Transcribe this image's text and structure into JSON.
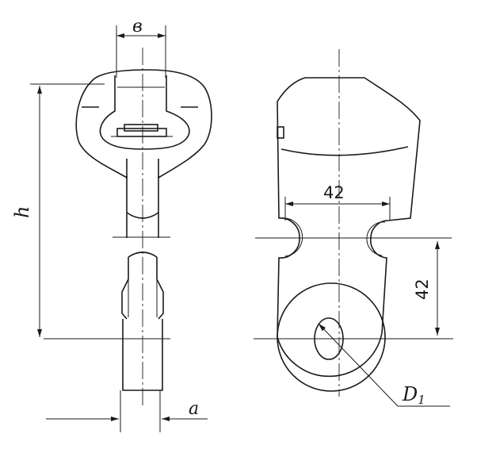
{
  "labels": {
    "width": "в",
    "height": "h",
    "thickness": "a",
    "diameter": "D",
    "diameter_sub": "1",
    "hole_spacing": "42",
    "vertical_offset": "42"
  }
}
